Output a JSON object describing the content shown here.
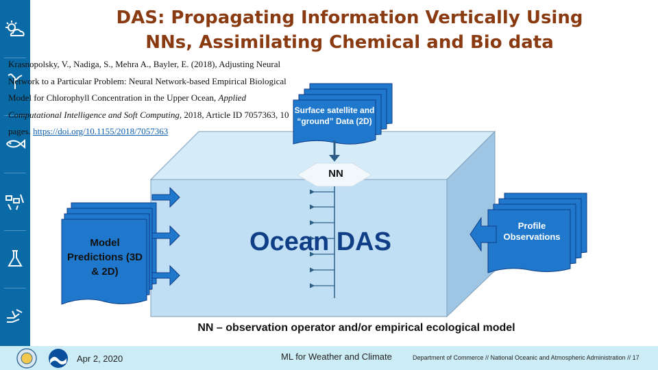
{
  "slide": {
    "title": "DAS: Propagating Information Vertically Using NNs, Assimilating Chemical and Bio data",
    "citation": {
      "before_italic": "Krasnopolsky, V., Nadiga, S., Mehra A., Bayler, E. (2018), Adjusting Neural Network to a Particular Problem: Neural Network-based Empirical Biological Model for Chlorophyll Concentration in the Upper Ocean, ",
      "italic": "Applied Computational Intelligence and Soft Computing",
      "after_italic": ", 2018, Article ID 7057363, 10 pages. ",
      "link": "https://doi.org/10.1155/2018/7057363"
    }
  },
  "diagram": {
    "satellite_box": "Surface satellite and “ground” Data (2D)",
    "nn_label": "NN",
    "model_box": "Model Predictions (3D & 2D)",
    "ocean_label": "Ocean DAS",
    "profile_box": "Profile Observations",
    "nn_note": "NN – observation operator and/or empirical ecological model"
  },
  "sidebar": {
    "icons": [
      "sun-cloud-icon",
      "tree-icon",
      "fish-icon",
      "data-icon",
      "flask-icon",
      "hand-data-icon"
    ]
  },
  "footer": {
    "date": "Apr 2, 2020",
    "center": "ML for Weather and Climate",
    "right": "Department of Commerce // National Oceanic and Atmospheric Administration // 17"
  },
  "colors": {
    "sidebar": "#0a6aa6",
    "title": "#8a3a10",
    "box_fill": "#1f78cc",
    "cube_front": "#c0dff4",
    "ocean_text": "#0f3d86",
    "footer": "#ccecf6"
  }
}
